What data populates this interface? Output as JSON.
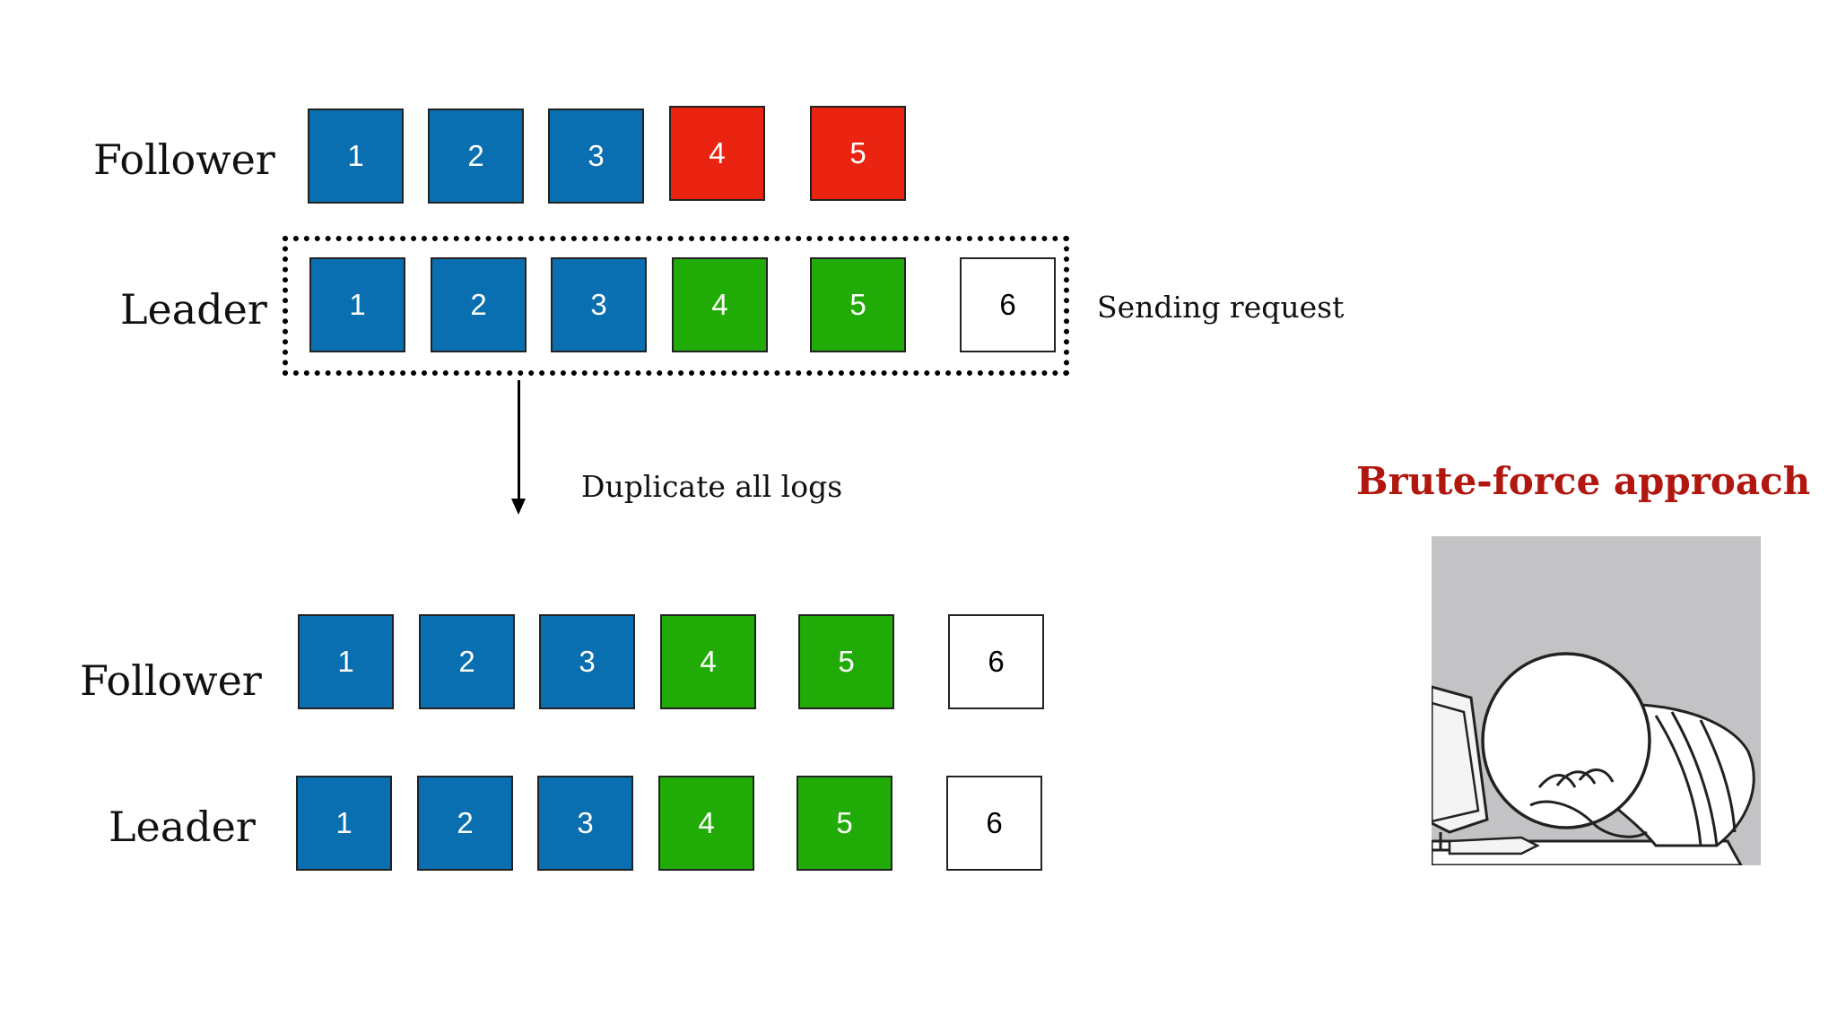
{
  "rows": {
    "before_follower": {
      "label": "Follower",
      "cells": [
        {
          "n": "1",
          "color": "blue"
        },
        {
          "n": "2",
          "color": "blue"
        },
        {
          "n": "3",
          "color": "blue"
        },
        {
          "n": "4",
          "color": "red"
        },
        {
          "n": "5",
          "color": "red"
        }
      ]
    },
    "before_leader": {
      "label": "Leader",
      "cells": [
        {
          "n": "1",
          "color": "blue"
        },
        {
          "n": "2",
          "color": "blue"
        },
        {
          "n": "3",
          "color": "blue"
        },
        {
          "n": "4",
          "color": "green"
        },
        {
          "n": "5",
          "color": "green"
        },
        {
          "n": "6",
          "color": "white"
        }
      ]
    },
    "after_follower": {
      "label": "Follower",
      "cells": [
        {
          "n": "1",
          "color": "blue"
        },
        {
          "n": "2",
          "color": "blue"
        },
        {
          "n": "3",
          "color": "blue"
        },
        {
          "n": "4",
          "color": "green"
        },
        {
          "n": "5",
          "color": "green"
        },
        {
          "n": "6",
          "color": "white"
        }
      ]
    },
    "after_leader": {
      "label": "Leader",
      "cells": [
        {
          "n": "1",
          "color": "blue"
        },
        {
          "n": "2",
          "color": "blue"
        },
        {
          "n": "3",
          "color": "blue"
        },
        {
          "n": "4",
          "color": "green"
        },
        {
          "n": "5",
          "color": "green"
        },
        {
          "n": "6",
          "color": "white"
        }
      ]
    }
  },
  "captions": {
    "sending": "Sending request",
    "duplicate": "Duplicate all logs"
  },
  "title": "Brute-force approach",
  "colors": {
    "blue": "#0a6fb0",
    "red": "#ea2410",
    "green": "#21ab06",
    "white": "#ffffff",
    "title": "#b1170f"
  },
  "icons": {
    "meme": "desk-facepalm-illustration"
  }
}
